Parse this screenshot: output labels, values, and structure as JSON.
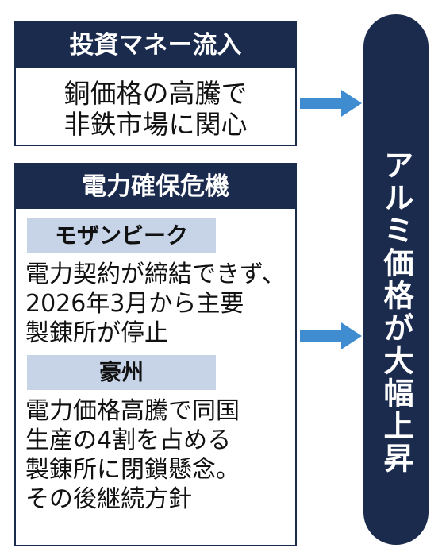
{
  "colors": {
    "navy": "#1b2b4d",
    "light_frame": "#e3e5ec",
    "sub_label_bg": "#c7d4e8",
    "arrow": "#3f8dd0"
  },
  "box1": {
    "title": "投資マネー流入",
    "lines": [
      "銅価格の高騰で",
      "非鉄市場に関心"
    ]
  },
  "box2": {
    "title": "電力確保危機",
    "sections": [
      {
        "label": "モザンビーク",
        "lines": [
          "電力契約が締結できず、",
          "2026年3月から主要",
          "製錬所が停止"
        ]
      },
      {
        "label": "豪州",
        "lines": [
          "電力価格高騰で同国",
          "生産の4割を占める",
          "製錬所に閉鎖懸念。",
          "その後継続方針"
        ]
      }
    ]
  },
  "result": {
    "text": "アルミ価格が大幅上昇"
  }
}
